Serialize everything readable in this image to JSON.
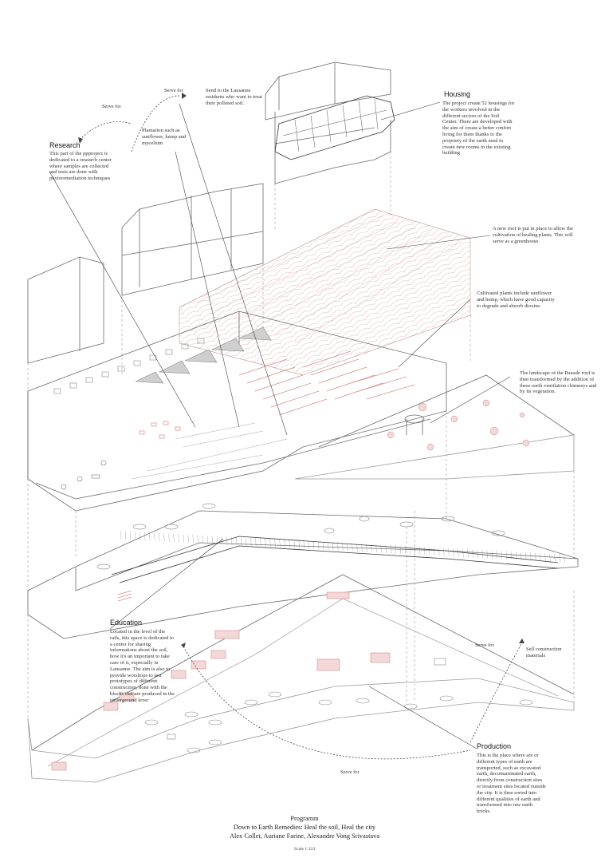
{
  "labels": {
    "serve_for_1": "Serve for",
    "serve_for_2": "Serve for",
    "serve_for_3": "Serve for",
    "serve_for_4": "Serve for",
    "send_to": "Send to the Lausanne residents who want to treat their polluted soil.",
    "plantation": "Plantation such as sunflower, hemp and mycelium",
    "sell_materials": "Sell construction materials"
  },
  "sections": {
    "housing": {
      "title": "Housing",
      "text": "The project create 52 housings for the workers involved in the different sectors of the Soil Center. There are developed with the aim of create a better confort living for them thanks to the propriety of the earth used to create new rooms in the existing building"
    },
    "research": {
      "title": "Research",
      "text": "This part of the ppproject is dedicated to a research center where samples are collected and tests are done with phytoremediation techniques"
    },
    "roof": {
      "text": "A new roof is put in place to allow the cultivation of healing plants. This will serve as a greenhouse."
    },
    "plants": {
      "text": "Cultivated plants include sunflower and hemp, which have good capacity to degrade and absorb dioxins."
    },
    "landscape": {
      "text": "The landscape of the Rasude roof is then transformed by the addition of these earth ventilation chimneys and by its vegetation."
    },
    "education": {
      "title": "Education",
      "text": "Located in the level of the rails, this space is dedicated to a center for sharing informations about the soil, how it's an important to take care of it, expecially in Lausanne. The aim is also to provide worshops to test prototypes of different construction, done with the blocks that are produced in the underground lever"
    },
    "production": {
      "title": "Production",
      "text": "This is the place where are or different types of earth are transported, such as excavated earth, decontaminated earth, directly from construction sites or treatment sites located outside the city. It is then sorted into different qualities of earth and transformed into raw earth bricks."
    }
  },
  "footer": {
    "line1": "Programm",
    "line2": "Down to Earth Remedies: Heal the soil, Heal the city",
    "line3": "Alex Collet, Auriane Farine, Alexandre Vong Srivastava",
    "scale": "Scale 1:333"
  },
  "colors": {
    "line": "#6a6a6a",
    "light_line": "#9a9a9a",
    "accent_pink": "#d98a8a",
    "pale_pink": "#f2d8d8",
    "grey_fill": "#cfcfcf"
  }
}
